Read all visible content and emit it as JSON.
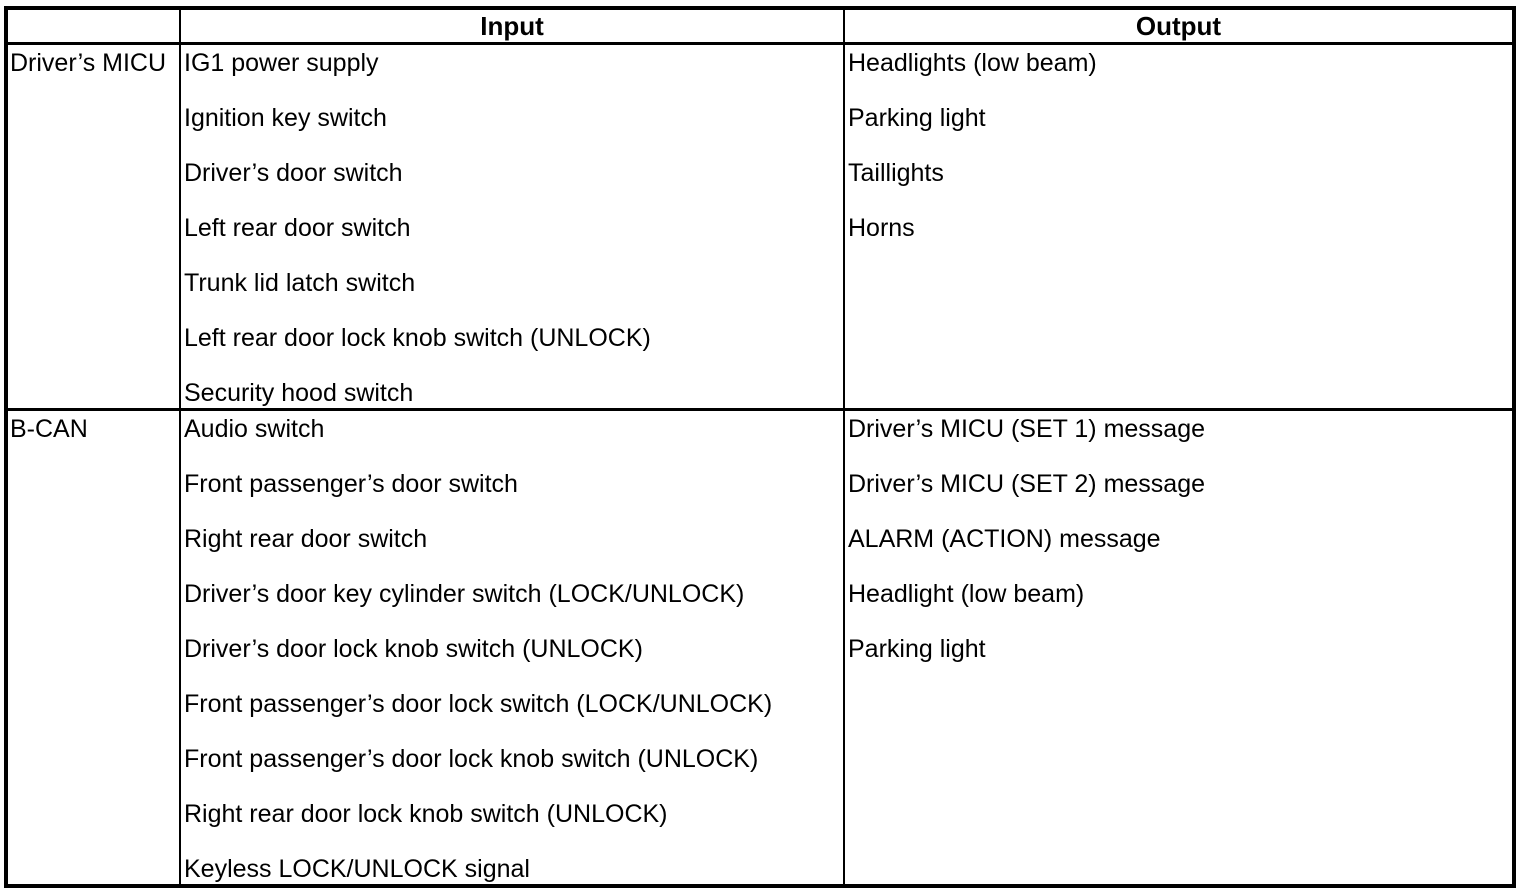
{
  "table": {
    "headers": {
      "source": "",
      "input": "Input",
      "output": "Output"
    },
    "rows": [
      {
        "source": "Driver’s MICU",
        "inputs": [
          "IG1 power supply",
          "Ignition key switch",
          "Driver’s door switch",
          "Left rear door switch",
          "Trunk lid latch switch",
          "Left rear door lock knob switch (UNLOCK)",
          "Security hood switch"
        ],
        "outputs": [
          "Headlights (low beam)",
          "Parking light",
          "Taillights",
          "Horns"
        ]
      },
      {
        "source": "B-CAN",
        "inputs": [
          "Audio switch",
          "Front passenger’s door switch",
          "Right rear door switch",
          "Driver’s door key cylinder switch (LOCK/UNLOCK)",
          "Driver’s door lock knob switch (UNLOCK)",
          "Front passenger’s door lock switch (LOCK/UNLOCK)",
          "Front passenger’s door lock knob switch (UNLOCK)",
          "Right rear door lock knob switch (UNLOCK)",
          "Keyless LOCK/UNLOCK signal"
        ],
        "outputs": [
          "Driver’s MICU (SET 1) message",
          "Driver’s MICU (SET 2) message",
          "ALARM (ACTION) message",
          "Headlight (low beam)",
          "Parking light"
        ]
      }
    ]
  }
}
